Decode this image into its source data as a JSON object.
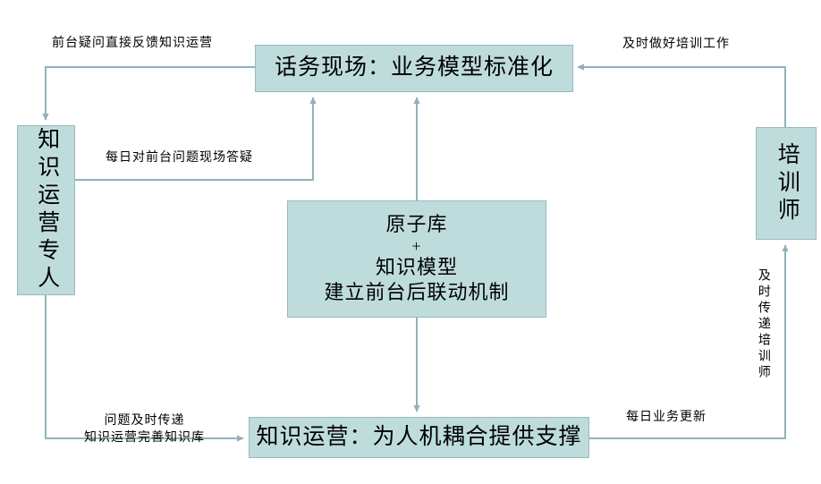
{
  "diagram": {
    "title_hidden": "",
    "colors": {
      "node_fill": "#bfdcdd",
      "node_border": "#9ab8bc",
      "edge_stroke": "#8fb3b8",
      "text": "#000000",
      "background": "#ffffff"
    },
    "nodes": [
      {
        "id": "call-center",
        "label": "话务现场：业务模型标准化",
        "orientation": "horizontal"
      },
      {
        "id": "knowledge-operator",
        "label": "知识运营专人",
        "orientation": "vertical"
      },
      {
        "id": "trainer",
        "label": "培训师",
        "orientation": "vertical"
      },
      {
        "id": "atom-library",
        "lines": [
          "原子库",
          "+",
          "知识模型",
          "建立前台后联动机制"
        ],
        "orientation": "multiline"
      },
      {
        "id": "knowledge-operation",
        "label": "知识运营：为人机耦合提供支撑",
        "orientation": "horizontal"
      }
    ],
    "edge_labels": [
      {
        "id": "front-desk-feedback",
        "text": "前台疑问直接反馈知识运营",
        "from": "call-center",
        "to": "knowledge-operator"
      },
      {
        "id": "daily-onsite-answer",
        "text": "每日对前台问题现场答疑",
        "from": "knowledge-operator",
        "to": "call-center"
      },
      {
        "id": "timely-training",
        "text": "及时做好培训工作",
        "from": "trainer",
        "to": "call-center"
      },
      {
        "id": "issue-transfer",
        "text": "问题及时传递\n知识运营完善知识库",
        "from": "knowledge-operator",
        "to": "knowledge-operation"
      },
      {
        "id": "daily-business-update",
        "text": "每日业务更新",
        "from": "knowledge-operation",
        "to": "trainer"
      },
      {
        "id": "timely-transfer-trainer",
        "text": "及时传递培训师",
        "from": "knowledge-operation",
        "to": "trainer"
      }
    ]
  }
}
